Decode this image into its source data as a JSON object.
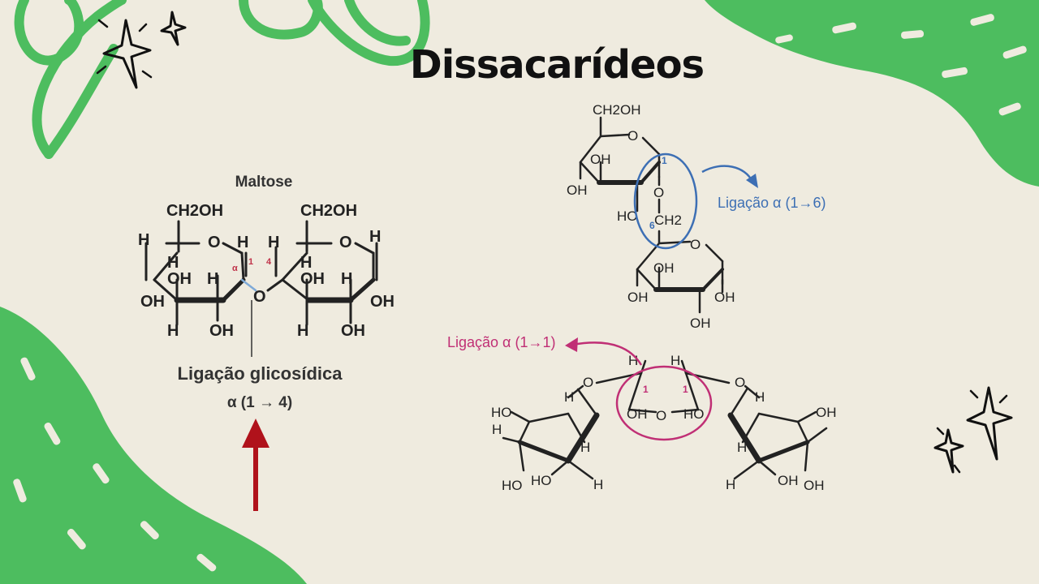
{
  "slide": {
    "title": "Dissacarídeos",
    "colors": {
      "background": "#efebdf",
      "green": "#4dbd5f",
      "blue": "#3d6fb4",
      "magenta": "#c02f75",
      "red_arrow": "#b0121b"
    }
  },
  "maltose": {
    "title": "Maltose",
    "ch2oh_left": "CH2OH",
    "ch2oh_right": "CH2OH",
    "carbon_1": "1",
    "carbon_4": "4",
    "alpha": "α",
    "bridge_o": "O",
    "caption_main": "Ligação glicosídica",
    "caption_sub": "α (1 → 4)"
  },
  "isomaltose": {
    "ch2oh": "CH2OH",
    "carbon_1": "1",
    "carbon_6": "6",
    "label": "Ligação α (1→6)"
  },
  "trehalose": {
    "carbon_1_left": "1",
    "carbon_1_right": "1",
    "bridge_o": "O",
    "label": "Ligação α (1→1)"
  }
}
